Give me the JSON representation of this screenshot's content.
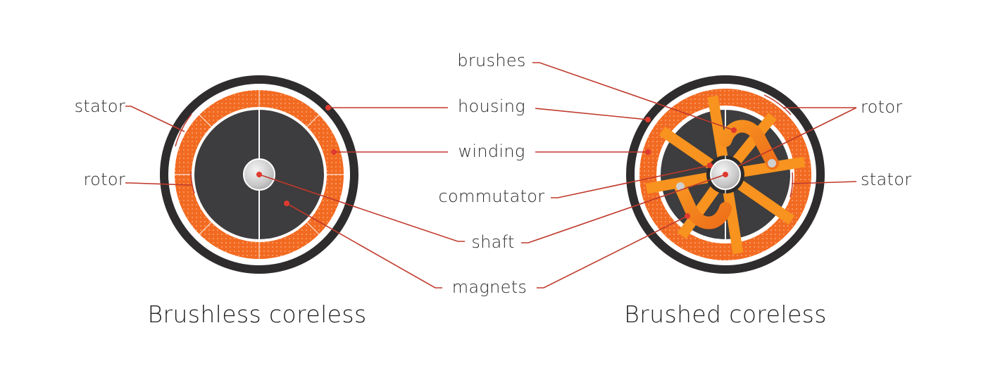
{
  "colors": {
    "housing": "#2e2c2d",
    "winding": "#f26a21",
    "winding_dot_highlight": "#f7a06b",
    "magnet": "#3d3c3e",
    "rotor_arm": "#f7931e",
    "rotor_curve": "#f07a1c",
    "shaft": "#d9d9d9",
    "leader_line": "#c0392b",
    "leader_dot": "#e03a2f",
    "text": "#2b2b2b"
  },
  "left_motor": {
    "title": "Brushless coreless",
    "labels": {
      "stator": "stator",
      "rotor": "rotor"
    }
  },
  "right_motor": {
    "title": "Brushed coreless",
    "labels": {
      "rotor": "rotor",
      "stator": "stator"
    }
  },
  "shared_labels": {
    "brushes": "brushes",
    "housing": "housing",
    "winding": "winding",
    "commutator": "commutator",
    "shaft": "shaft",
    "magnets": "magnets"
  }
}
